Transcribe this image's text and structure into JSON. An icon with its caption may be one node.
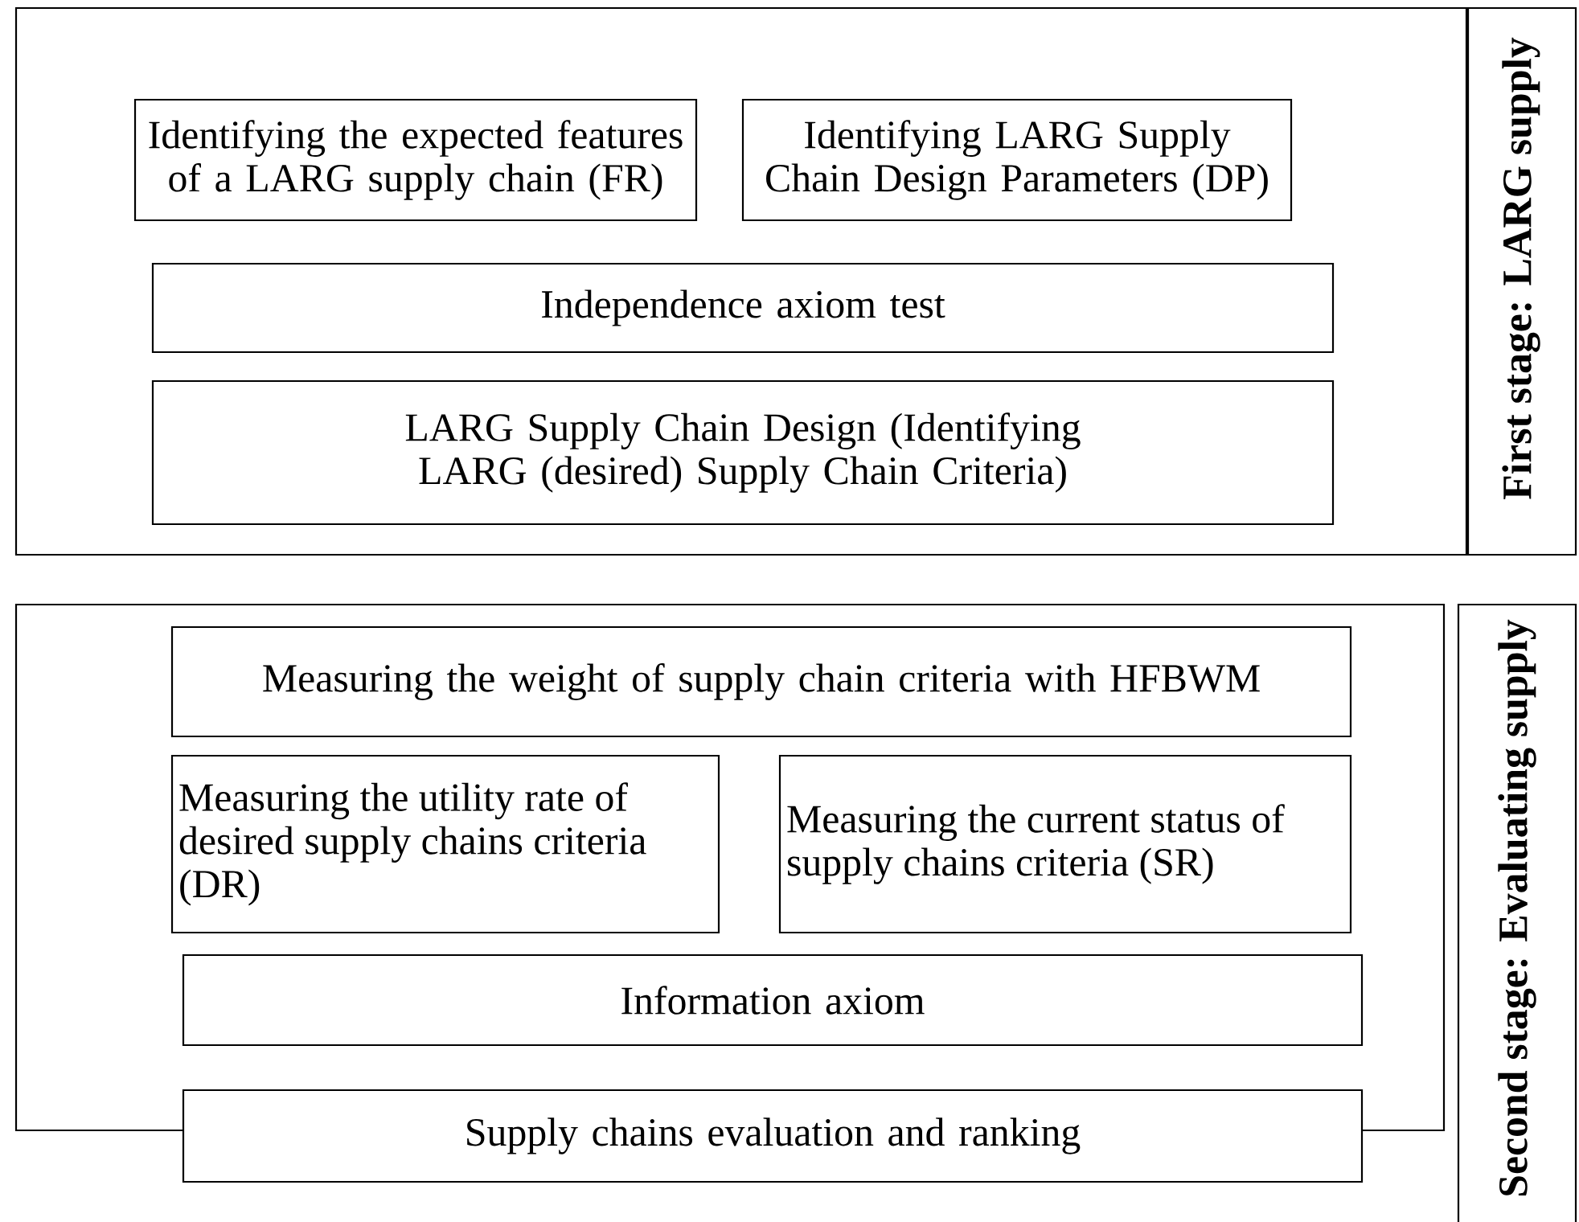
{
  "diagram": {
    "nodes": [
      {
        "text": [],
        "shape": "box"
      },
      {
        "text": [
          "Identifying the expected features of a LARG supply chain (FR)"
        ],
        "in": 0
      },
      {
        "text": [
          "Identifying LARG Supply Chain Design Parameters (DP)"
        ],
        "in": 0
      },
      {
        "text": [
          "Independence axiom test"
        ],
        "in": 0
      },
      {
        "text": [
          "LARG Supply Chain Design (Identifying LARG (desired) Supply Chain Criteria)"
        ],
        "in": 0
      },
      {
        "text": [
          "First stage: LARG supply"
        ]
      },
      {
        "text": [],
        "shape": "box"
      },
      {
        "text": [
          "Measuring the weight of supply chain criteria with HFBWM"
        ],
        "in": 6
      },
      {
        "text": [
          "Measuring the utility rate of desired supply chains criteria (DR)"
        ],
        "in": 6
      },
      {
        "text": [
          "Measuring the current status of supply chains criteria (SR)"
        ],
        "in": 6
      },
      {
        "text": [
          "Information axiom"
        ],
        "in": 6
      },
      {
        "text": [
          "Supply chains evaluation and ranking"
        ]
      },
      {
        "text": [
          "Second stage: Evaluating supply"
        ]
      }
    ],
    "edges": []
  }
}
